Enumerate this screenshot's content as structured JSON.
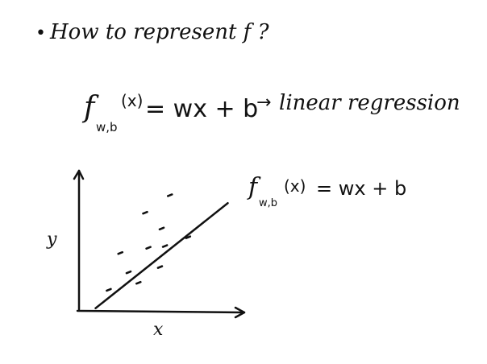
{
  "notes": {
    "bullet": "•",
    "question": "How to represent f ?",
    "equation_lhs": "f",
    "equation_sub": "w,b",
    "equation_arg": "(x)",
    "equation_rhs": "= wx + b",
    "arrow": "→",
    "method": "linear regression"
  },
  "plot": {
    "ylabel": "y",
    "xlabel": "x",
    "label_lhs": "f",
    "label_sub": "w,b",
    "label_arg": "(x)",
    "label_rhs": "= wx + b"
  },
  "chart_data": {
    "type": "scatter",
    "title": "",
    "xlabel": "x",
    "ylabel": "y",
    "grid": false,
    "series": [
      {
        "x": [
          1.8,
          2.5,
          3.0,
          3.6,
          4.0,
          4.2,
          4.9,
          5.0,
          5.2,
          5.5,
          6.6
        ],
        "y": [
          1.2,
          3.3,
          2.2,
          1.6,
          5.6,
          3.6,
          2.5,
          4.7,
          3.7,
          6.6,
          4.2
        ]
      }
    ],
    "line": {
      "slope": 0.75,
      "intercept": -0.6
    },
    "xlim": [
      0,
      10
    ],
    "ylim": [
      0,
      8
    ],
    "ink_color": "#111111"
  }
}
